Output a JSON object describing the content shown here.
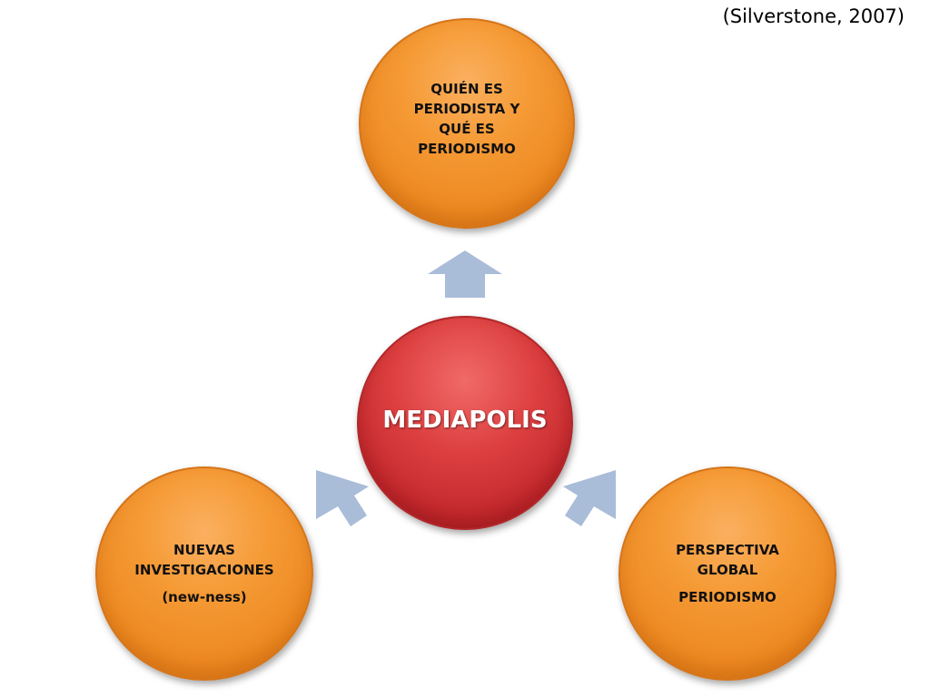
{
  "citation": "(Silverstone, 2007)",
  "center": {
    "label": "MEDIAPOLIS"
  },
  "top": {
    "lines": [
      "QUIÉN ES",
      "PERIODISTA Y",
      "QUÉ ES",
      "PERIODISMO"
    ]
  },
  "left": {
    "lines": [
      "NUEVAS",
      "INVESTIGACIONES"
    ],
    "sub": "(new-ness)"
  },
  "right": {
    "lines": [
      "PERSPECTIVA",
      "GLOBAL"
    ],
    "sub": "PERIODISMO"
  },
  "colors": {
    "center_fill": "#d33437",
    "outer_fill": "#f08c24",
    "arrow_fill": "#a9bcd8"
  }
}
